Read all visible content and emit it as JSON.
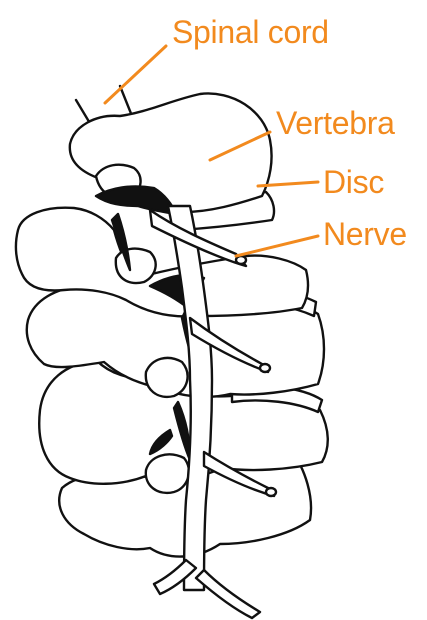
{
  "labels": {
    "spinal_cord": "Spinal cord",
    "vertebra": "Vertebra",
    "disc": "Disc",
    "nerve": "Nerve"
  },
  "colors": {
    "label": "#f28a1e",
    "leader_line": "#f28a1e",
    "outline": "#111111",
    "fill": "#ffffff"
  }
}
